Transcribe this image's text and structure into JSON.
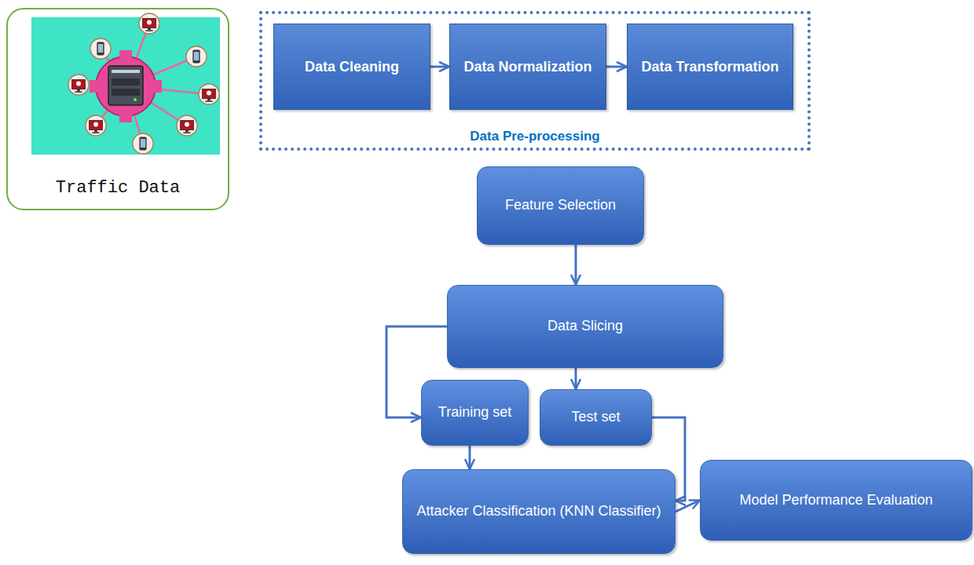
{
  "diagram": {
    "nodes": [
      {
        "text": [
          "Traffic Data"
        ]
      },
      {
        "text": [
          "Data Pre-processing"
        ]
      },
      {
        "text": [
          "Data Cleaning"
        ],
        "in": 1
      },
      {
        "text": [
          "Data Normalization"
        ],
        "in": 1
      },
      {
        "text": [
          "Data Transformation"
        ],
        "in": 1
      },
      {
        "text": [
          "Feature Selection"
        ]
      },
      {
        "text": [
          "Data Slicing"
        ]
      },
      {
        "text": [
          "Training set"
        ]
      },
      {
        "text": [
          "Test set"
        ]
      },
      {
        "text": [
          "Attacker Classification (KNN Classifier)"
        ]
      },
      {
        "text": [
          "Model Performance Evaluation"
        ]
      }
    ],
    "edges": [
      {
        "from": 2,
        "to": 3,
        "arrow": "to"
      },
      {
        "from": 3,
        "to": 4,
        "arrow": "to"
      },
      {
        "from": 5,
        "to": 6,
        "arrow": "to"
      },
      {
        "from": 6,
        "to": 7,
        "arrow": "to"
      },
      {
        "from": 6,
        "to": 8,
        "arrow": "to"
      },
      {
        "from": 7,
        "to": 9,
        "arrow": "to"
      },
      {
        "from": 8,
        "to": 9,
        "arrow": "to"
      },
      {
        "from": 9,
        "to": 10,
        "arrow": "to"
      }
    ]
  }
}
